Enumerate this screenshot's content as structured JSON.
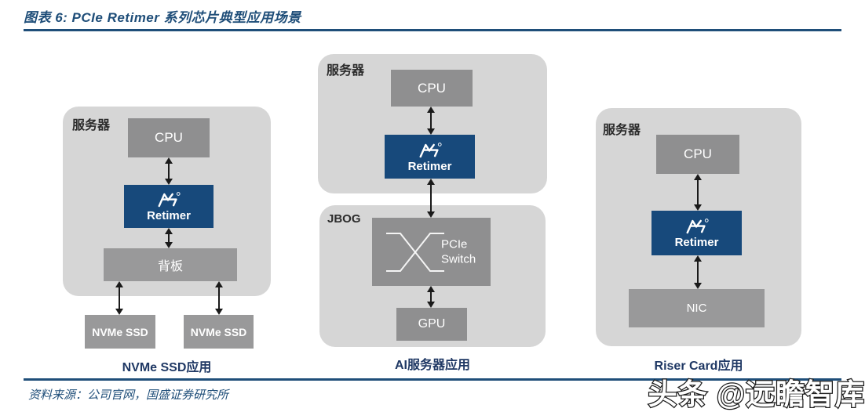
{
  "header": {
    "title": "图表 6:  PCIe Retimer 系列芯片典型应用场景"
  },
  "footer": {
    "source": "资料来源：公司官网，国盛证券研究所",
    "watermark": "头条 @远瞻智库"
  },
  "colors": {
    "title_blue": "#1F4E79",
    "caption_navy": "#1F3864",
    "retimer_blue": "#17497B",
    "panel_gray": "#D6D6D6",
    "box_gray": "#8F8F90",
    "box_gray_light": "#99999A",
    "arrow_black": "#1A1A1A",
    "box_text": "#FFFFFF"
  },
  "icons": {
    "retimer_logo": "montage-m-logo",
    "switch_graphic": "crossover-x"
  },
  "diagrams": [
    {
      "container_label": "服务器",
      "caption": "NVMe SSD应用",
      "nodes": {
        "cpu": "CPU",
        "retimer": "Retimer",
        "backplane": "背板",
        "ssd1": "NVMe SSD",
        "ssd2": "NVMe SSD"
      }
    },
    {
      "container_label": "服务器",
      "jbog_label": "JBOG",
      "caption": "AI服务器应用",
      "nodes": {
        "cpu": "CPU",
        "retimer": "Retimer",
        "switch": "PCIe Switch",
        "gpu": "GPU"
      }
    },
    {
      "container_label": "服务器",
      "caption": "Riser Card应用",
      "nodes": {
        "cpu": "CPU",
        "retimer": "Retimer",
        "nic": "NIC"
      }
    }
  ]
}
